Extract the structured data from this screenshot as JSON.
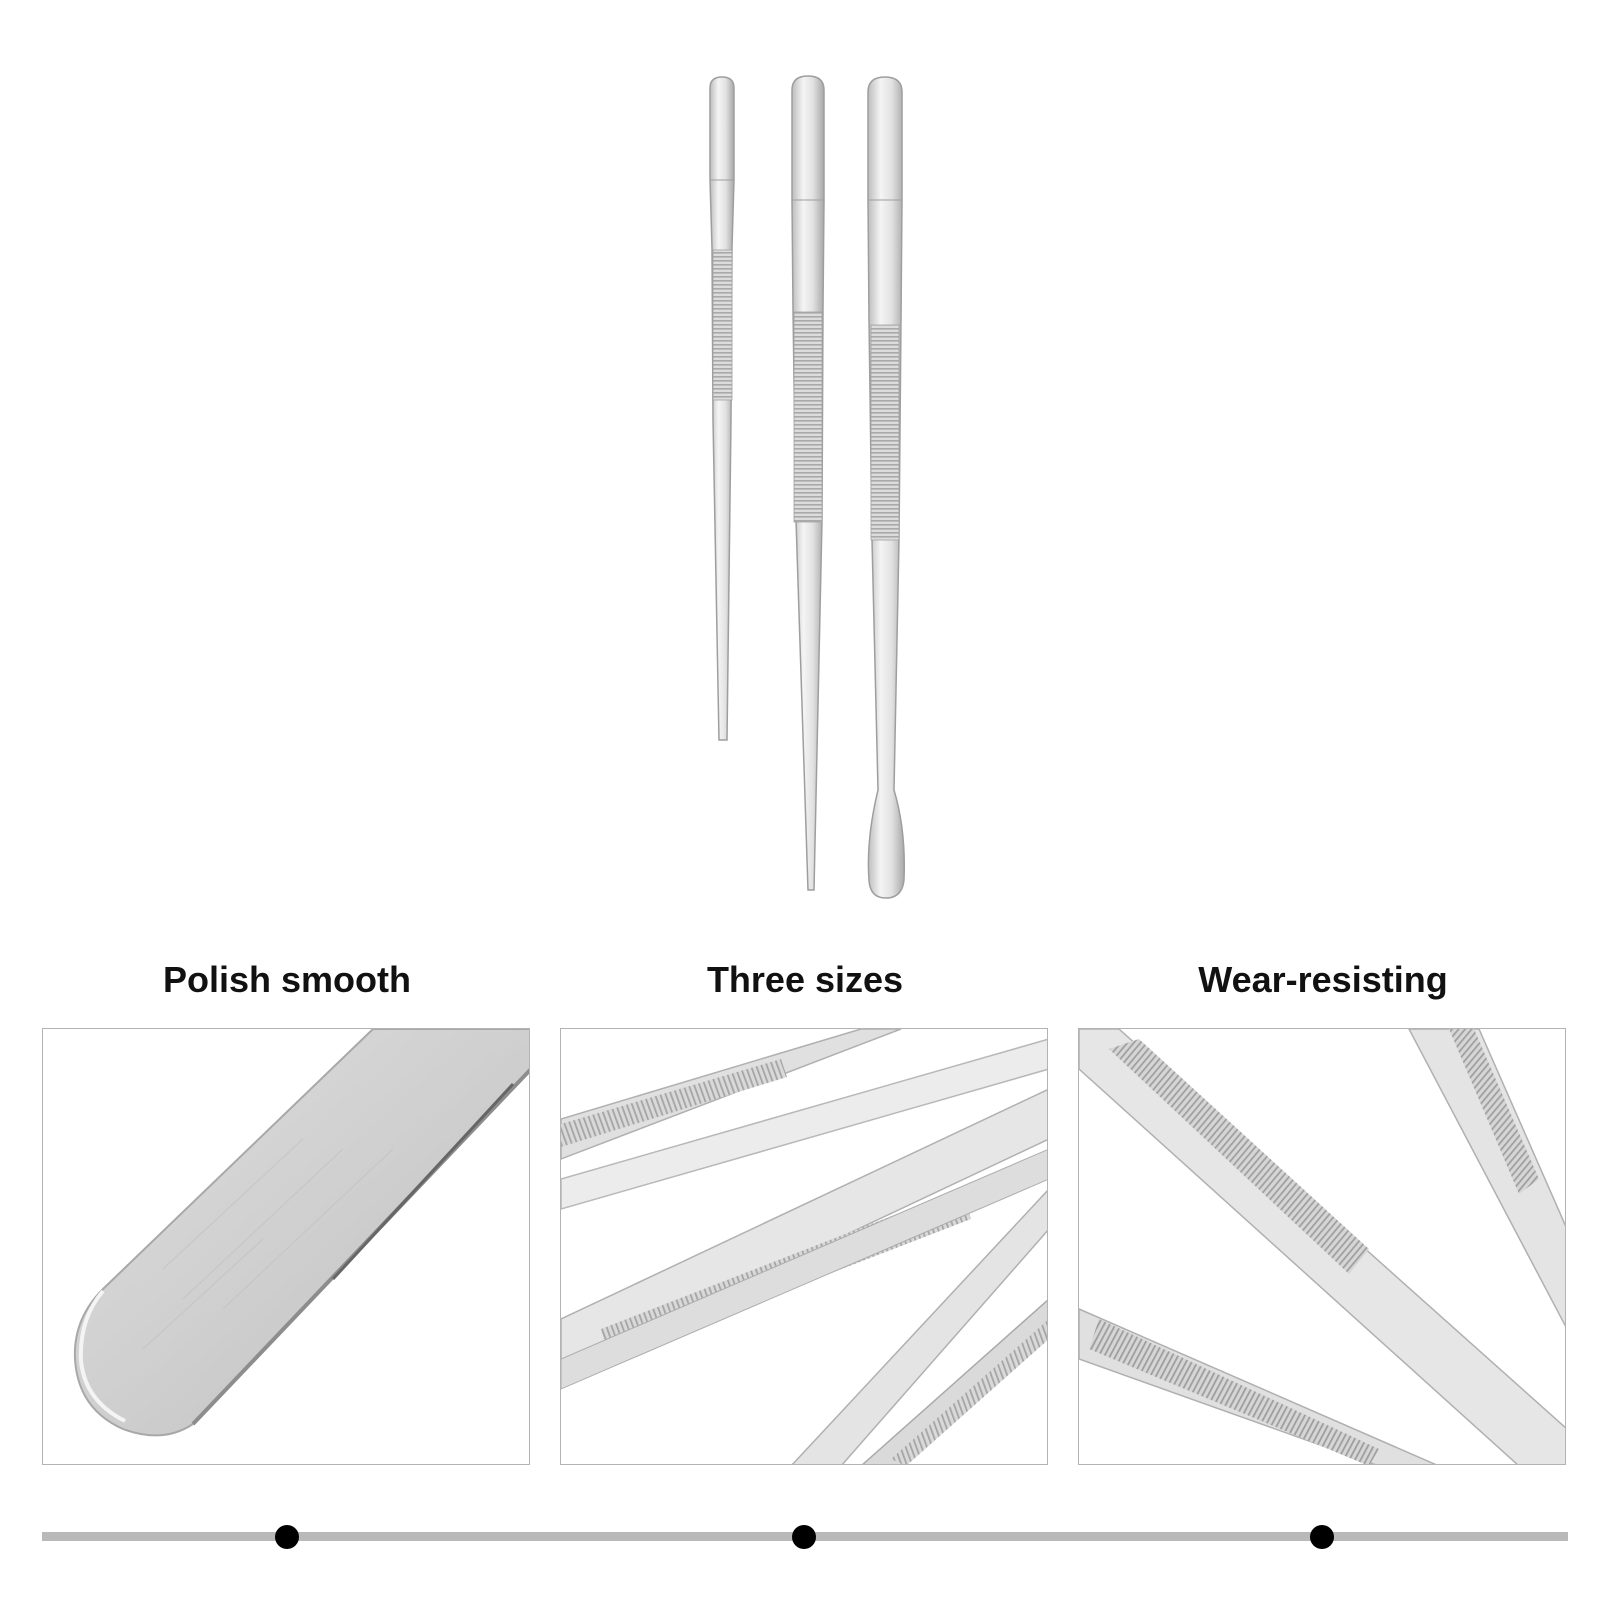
{
  "features": [
    {
      "title": "Polish smooth"
    },
    {
      "title": "Three sizes"
    },
    {
      "title": "Wear-resisting"
    }
  ],
  "colors": {
    "title_text": "#111111",
    "panel_border": "#b3b3b3",
    "timeline_bar": "#b9b9b9",
    "timeline_dot": "#000000",
    "steel_light": "#f2f2f2",
    "steel_mid": "#d6d6d6",
    "steel_dark": "#a9a9a9"
  }
}
